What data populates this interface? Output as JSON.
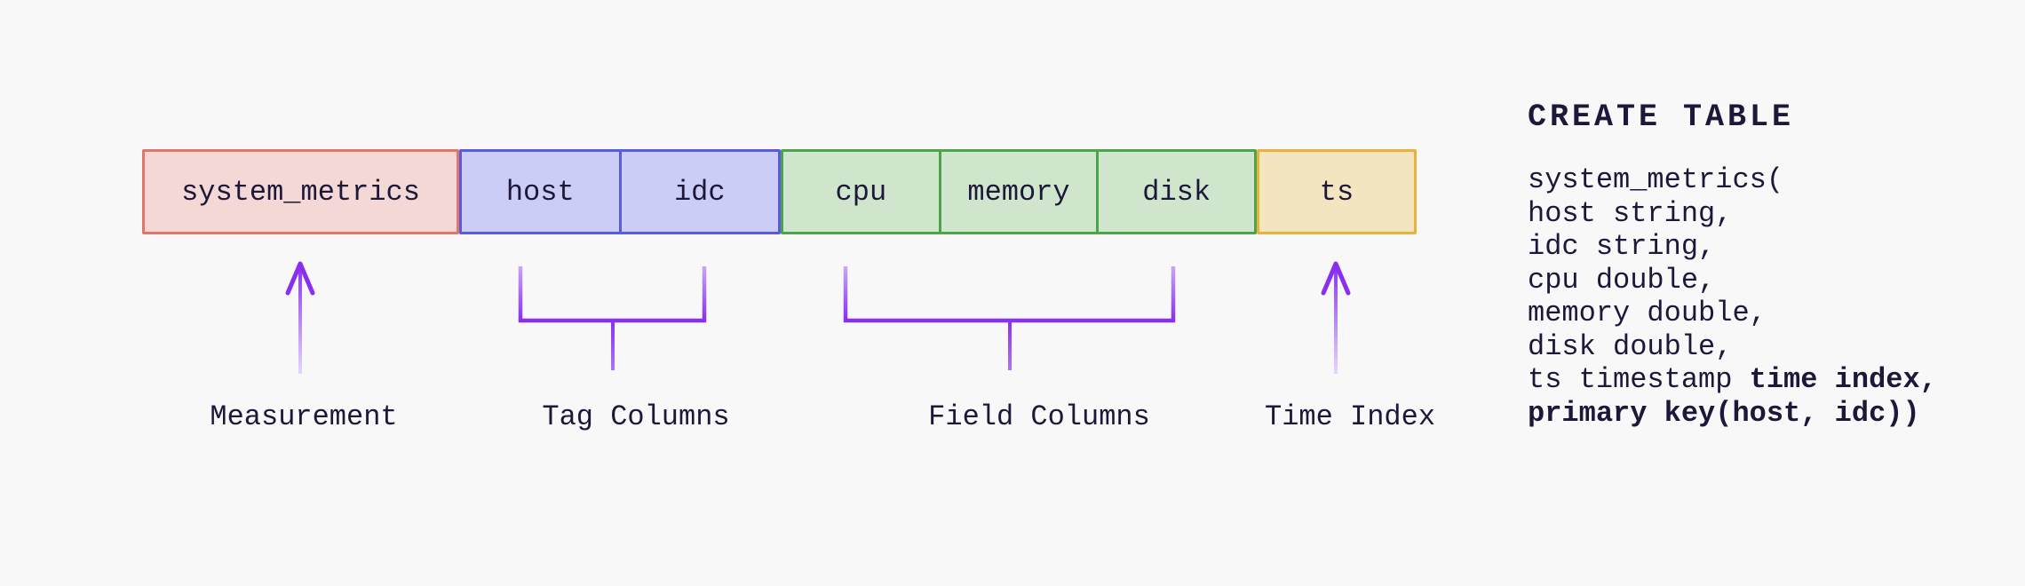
{
  "colors": {
    "bg": "#f8f8f9",
    "text": "#1d1839",
    "purple": "#8a2ff0",
    "purple-soft": "#c9abf6",
    "purple-mid": "#a978f3",
    "purple-faded": "#e6dcfb"
  },
  "groups": [
    {
      "label": "Measurement",
      "pointer": "arrow",
      "fill": "#f4d8d5",
      "border": "#e0756b",
      "cells": [
        "system_metrics"
      ]
    },
    {
      "label": "Tag Columns",
      "pointer": "bracket",
      "fill": "#cccdf6",
      "border": "#5b5bdf",
      "cells": [
        "host",
        "idc"
      ]
    },
    {
      "label": "Field Columns",
      "pointer": "bracket",
      "fill": "#cfe5cc",
      "border": "#4ba44b",
      "cells": [
        "cpu",
        "memory",
        "disk"
      ]
    },
    {
      "label": "Time Index",
      "pointer": "arrow",
      "fill": "#f2e5c0",
      "border": "#e8b23b",
      "cells": [
        "ts"
      ]
    }
  ],
  "sql": {
    "heading": "CREATE TABLE",
    "lines": [
      [
        {
          "t": "system_metrics(",
          "b": false
        }
      ],
      [
        {
          "t": "host string,",
          "b": false
        }
      ],
      [
        {
          "t": "idc string,",
          "b": false
        }
      ],
      [
        {
          "t": "cpu double,",
          "b": false
        }
      ],
      [
        {
          "t": "memory double,",
          "b": false
        }
      ],
      [
        {
          "t": "disk double,",
          "b": false
        }
      ],
      [
        {
          "t": "ts timestamp ",
          "b": false
        },
        {
          "t": "time index,",
          "b": true
        }
      ],
      [
        {
          "t": "primary key(host, idc))",
          "b": true
        }
      ]
    ]
  }
}
